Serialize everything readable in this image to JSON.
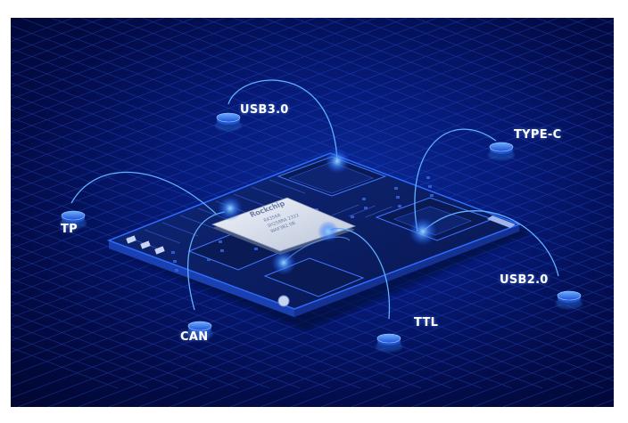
{
  "labels": {
    "usb30": "USB3.0",
    "typec": "TYPE-C",
    "tp": "TP",
    "usb20": "USB2.0",
    "can": "CAN",
    "ttl": "TTL"
  },
  "chip": {
    "brand": "Rockchip",
    "model": "RK3568",
    "line2": "3H2S8RA 2322",
    "line3": "WAF3B2 0B"
  },
  "colors": {
    "background": "#050f5a",
    "grid": "#2a55d8",
    "board": "#0b1e63",
    "board_edge": "#2d6bff",
    "glow": "#4fa8ff",
    "label": "#ffffff"
  }
}
